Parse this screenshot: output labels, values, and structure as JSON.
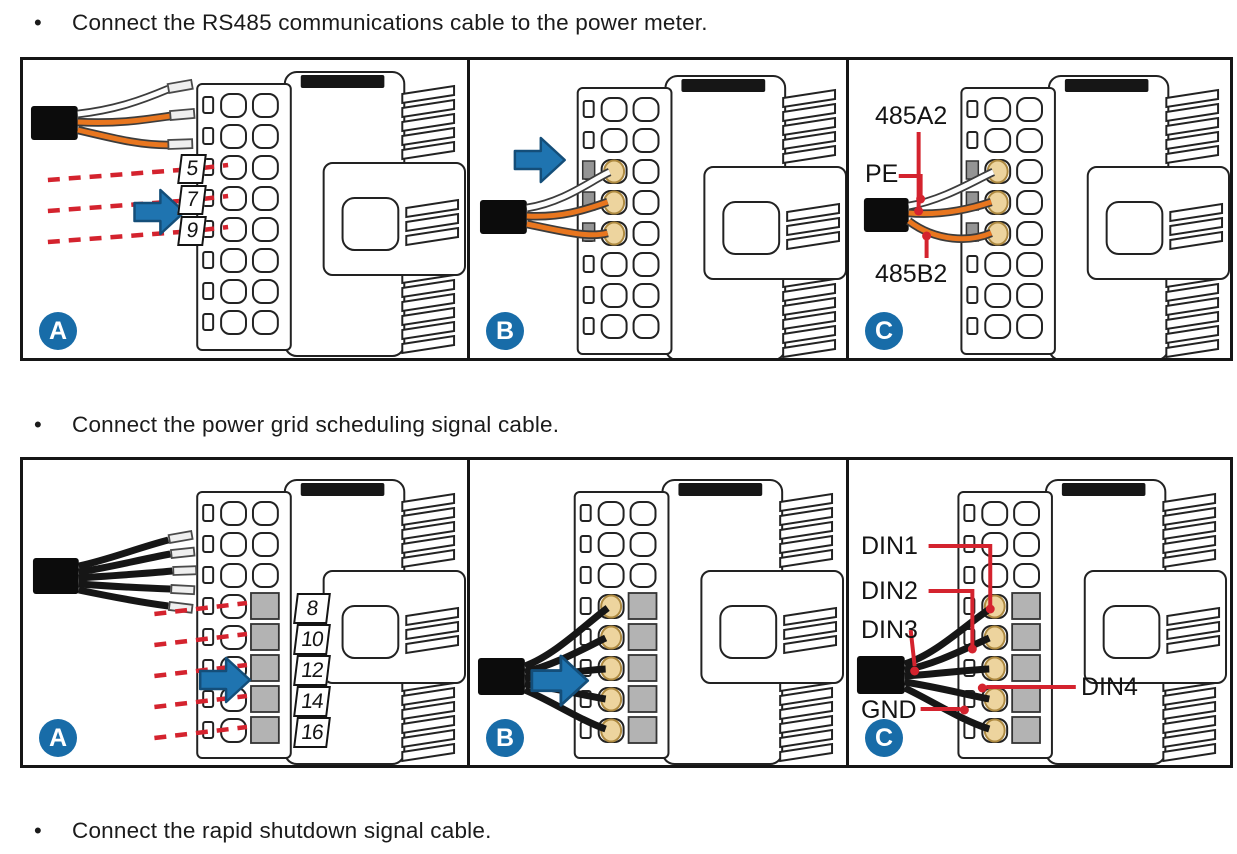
{
  "bullets": {
    "char": "•",
    "items": [
      "Connect the RS485 communications cable to the power meter.",
      "Connect the power grid scheduling signal cable.",
      "Connect the rapid shutdown signal cable."
    ]
  },
  "figure_rs485": {
    "panel_a": {
      "badge": "A",
      "pin_labels": [
        "5",
        "7",
        "9"
      ]
    },
    "panel_b": {
      "badge": "B"
    },
    "panel_c": {
      "badge": "C",
      "wire_labels": {
        "a": "485A2",
        "pe": "PE",
        "b": "485B2"
      }
    }
  },
  "figure_grid_scheduling": {
    "panel_a": {
      "badge": "A",
      "pin_labels": [
        "8",
        "10",
        "12",
        "14",
        "16"
      ]
    },
    "panel_b": {
      "badge": "B"
    },
    "panel_c": {
      "badge": "C",
      "wire_labels": {
        "din1": "DIN1",
        "din2": "DIN2",
        "din3": "DIN3",
        "gnd": "GND",
        "din4": "DIN4"
      }
    }
  },
  "colors": {
    "arrow_blue": "#1F74B0",
    "badge_blue": "#186CA8",
    "leader_red": "#D4232E",
    "wire_orange": "#E8761F",
    "terminal_tan": "#EDD49E"
  }
}
